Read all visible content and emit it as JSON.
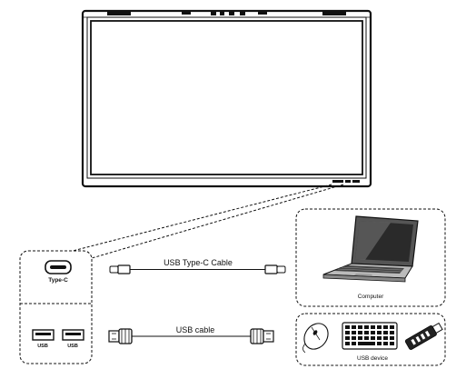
{
  "ports": {
    "type_c_label": "Type-C",
    "usb_label_1": "USB",
    "usb_label_2": "USB"
  },
  "cables": {
    "type_c_cable_label": "USB Type-C Cable",
    "usb_cable_label": "USB cable"
  },
  "devices": {
    "computer_label": "Computer",
    "usb_device_label": "USB device"
  }
}
